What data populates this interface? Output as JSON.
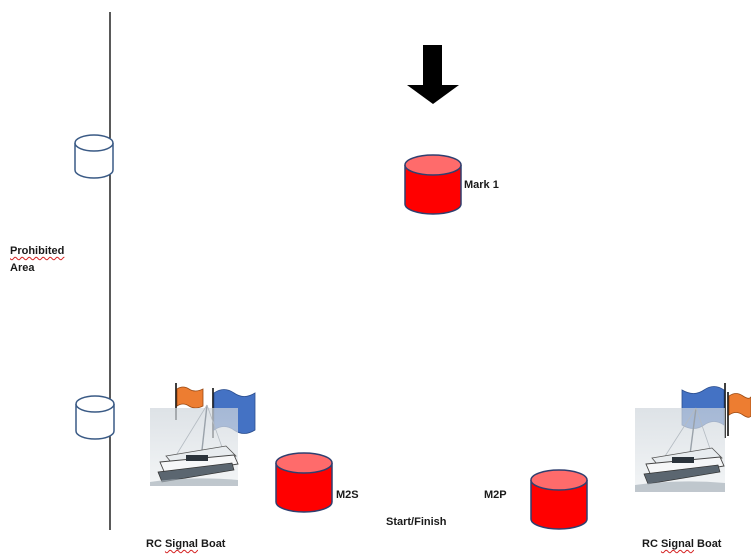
{
  "labels": {
    "mark1": "Mark 1",
    "prohibited_line1": "Prohibited",
    "prohibited_line2": "Area",
    "m2s": "M2S",
    "m2p": "M2P",
    "start_finish": "Start/Finish",
    "rc_left_word1": "RC",
    "rc_left_word2": "Signal",
    "rc_left_word3": "Boat",
    "rc_right_word1": "RC",
    "rc_right_word2": "Signal",
    "rc_right_word3": "Boat"
  },
  "icons": {
    "wind": "wind-direction-arrow-icon",
    "buoy_red": "red-mark-buoy-icon",
    "buoy_white": "white-boundary-buoy-icon",
    "flag_orange": "orange-flag-icon",
    "flag_blue": "blue-flag-icon",
    "boat": "catamaran-icon"
  },
  "colors": {
    "mark_fill": "#ff0000",
    "mark_top": "#ff6b6b",
    "mark_stroke": "#2f3f6f",
    "boundary_stroke": "#3a5a85",
    "flag_orange": "#ed7d31",
    "flag_blue": "#4472c4",
    "spellcheck_underline": "#d42020"
  }
}
